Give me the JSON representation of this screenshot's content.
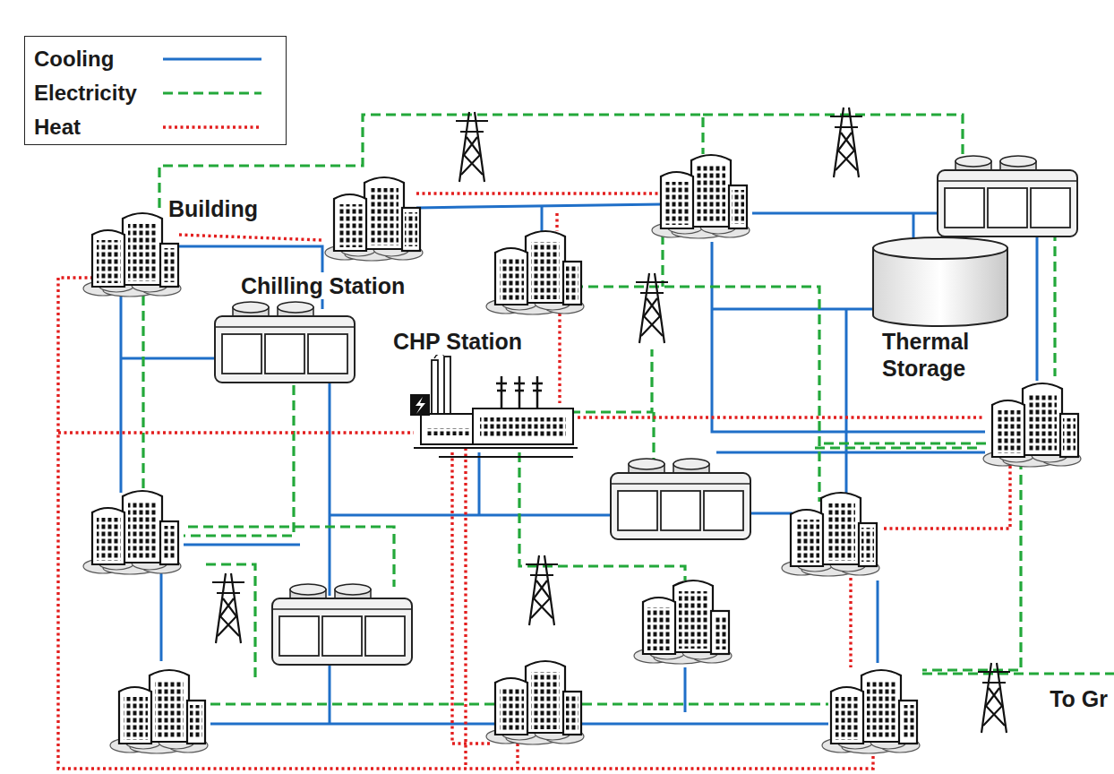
{
  "diagram": {
    "labels": [
      "Building",
      "Chilling Station",
      "CHP Station",
      "Thermal Storage",
      "To Gr"
    ],
    "legend": [
      {
        "text": "Cooling"
      },
      {
        "text": "Electricity"
      },
      {
        "text": "Heat"
      }
    ]
  }
}
